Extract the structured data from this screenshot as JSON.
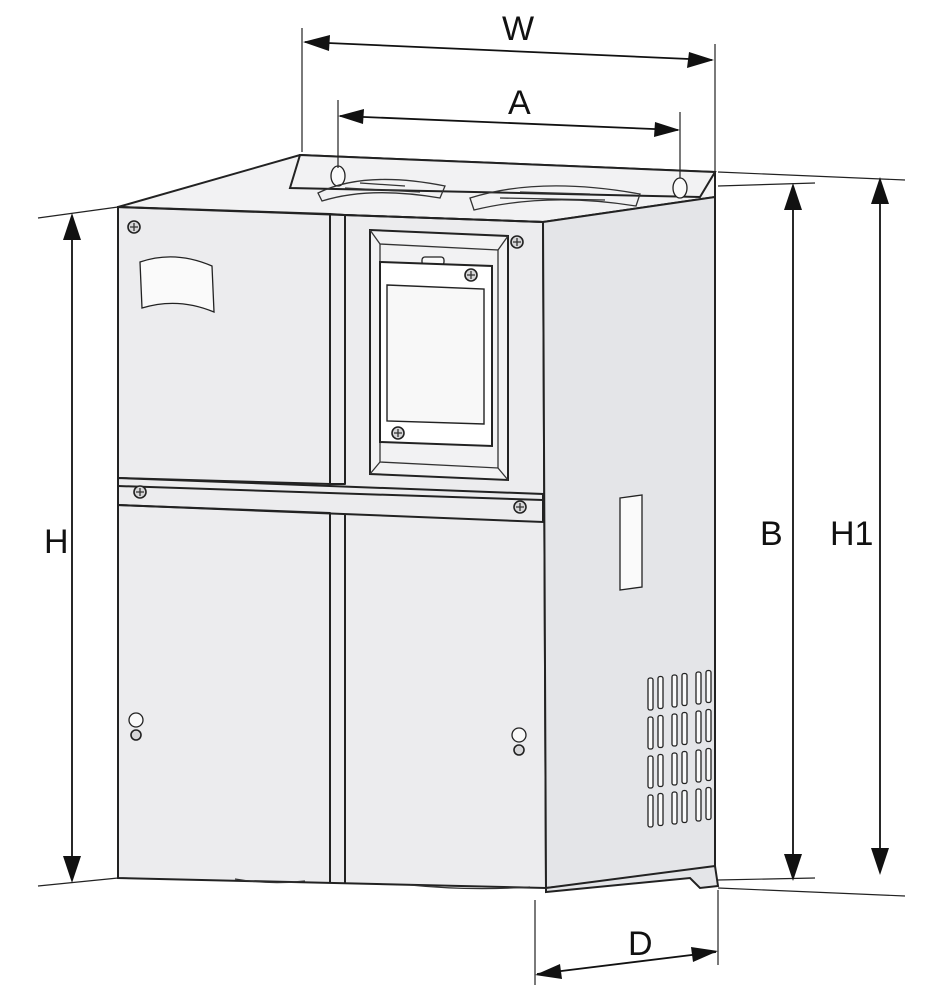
{
  "labels": {
    "width": "W",
    "mount_width": "A",
    "height": "H",
    "mount_height": "B",
    "total_height": "H1",
    "depth": "D"
  }
}
